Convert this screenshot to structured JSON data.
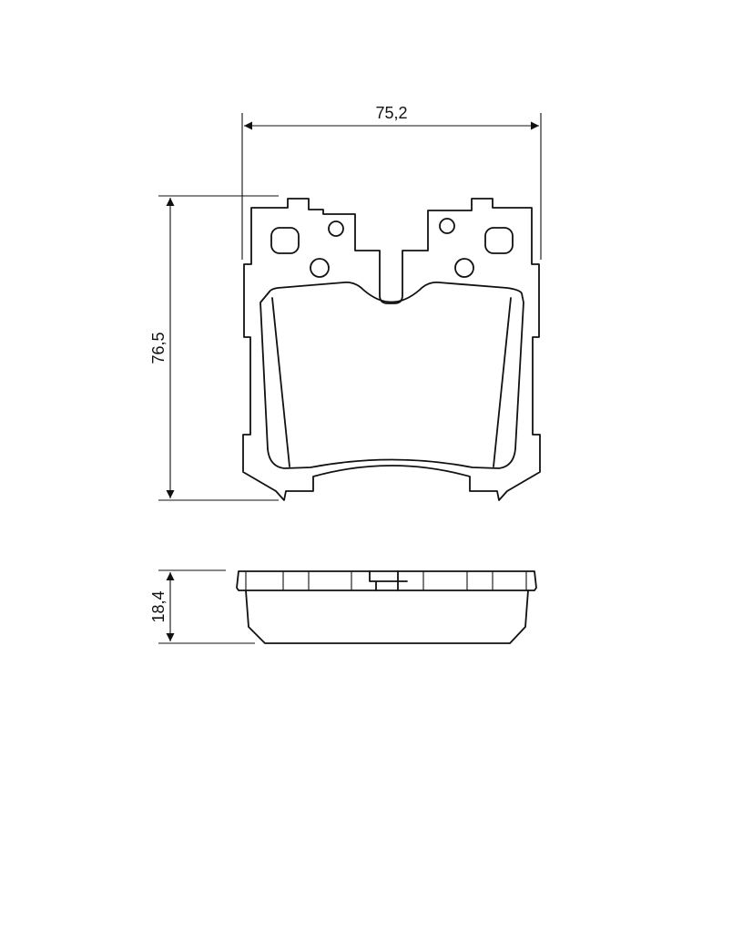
{
  "drawing": {
    "width_dimension": "75,2",
    "height_dimension": "76,5",
    "thickness_dimension": "18,4"
  },
  "colors": {
    "background": "#ffffff",
    "line": "#111111"
  }
}
